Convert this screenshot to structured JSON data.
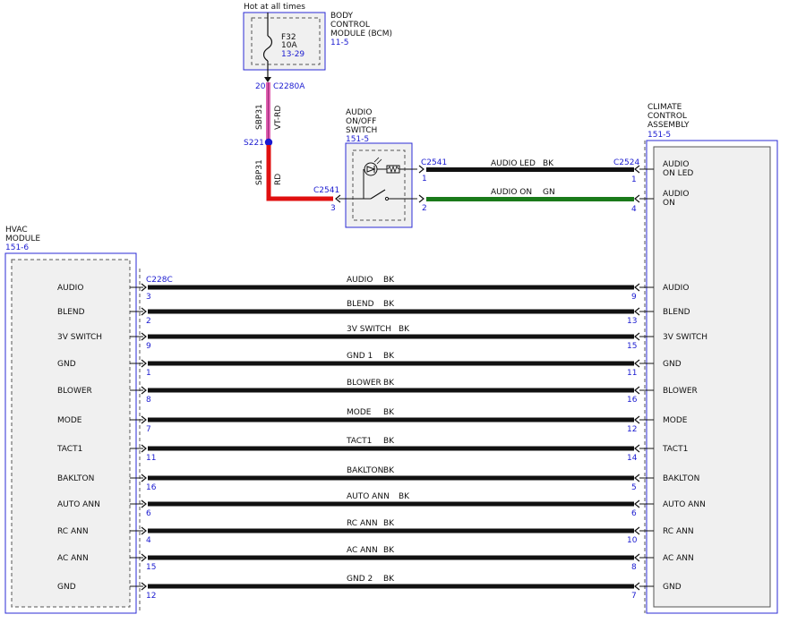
{
  "colors": {
    "module_border": "#2b2bd6",
    "module_fill": "#f0f0f0",
    "blue_text": "#1a1ad0",
    "wire_black": "#111111",
    "wire_red": "#e01010",
    "wire_green": "#1a7a1a",
    "wire_pink": "#e060b0",
    "splice_dot": "#1a1ad0"
  },
  "bcm": {
    "hot_label": "Hot at all times",
    "title_lines": [
      "BODY",
      "CONTROL",
      "MODULE (BCM)"
    ],
    "ref": "11-5",
    "fuse_name": "F32",
    "fuse_rating": "10A",
    "fuse_ref": "13-29",
    "pin": "20",
    "connector": "C2280A"
  },
  "bcm_wire": {
    "circuit": "SBP31",
    "color": "VT-RD"
  },
  "splice": {
    "name": "S221"
  },
  "red_wire": {
    "circuit": "SBP31",
    "color": "RD"
  },
  "audio_switch": {
    "title_lines": [
      "AUDIO",
      "ON/OFF",
      "SWITCH"
    ],
    "ref": "151-5",
    "connector_left": "C2541",
    "left_pin": "3",
    "connector_right": "C2541",
    "right_pins": [
      "1",
      "2"
    ]
  },
  "climate": {
    "title_lines": [
      "CLIMATE",
      "CONTROL",
      "ASSEMBLY"
    ],
    "ref": "151-5",
    "top_connector": "C2524",
    "top_pins": [
      {
        "pin": "1",
        "label_lines": [
          "AUDIO",
          "ON LED"
        ]
      },
      {
        "pin": "4",
        "label_lines": [
          "AUDIO",
          "ON"
        ]
      }
    ]
  },
  "top_wires": [
    {
      "name": "AUDIO LED",
      "color": "BK"
    },
    {
      "name": "AUDIO ON",
      "color": "GN"
    }
  ],
  "hvac": {
    "title_lines": [
      "HVAC",
      "MODULE"
    ],
    "ref": "151-6",
    "connector": "C228C"
  },
  "bus_wires": [
    {
      "hvac_label": "AUDIO",
      "hvac_pin": "3",
      "wire": "AUDIO",
      "color": "BK",
      "cca_pin": "9",
      "cca_label": "AUDIO"
    },
    {
      "hvac_label": "BLEND",
      "hvac_pin": "2",
      "wire": "BLEND",
      "color": "BK",
      "cca_pin": "13",
      "cca_label": "BLEND"
    },
    {
      "hvac_label": "3V SWITCH",
      "hvac_pin": "9",
      "wire": "3V SWITCH",
      "color": "BK",
      "cca_pin": "15",
      "cca_label": "3V SWITCH"
    },
    {
      "hvac_label": "GND",
      "hvac_pin": "1",
      "wire": "GND 1",
      "color": "BK",
      "cca_pin": "11",
      "cca_label": "GND"
    },
    {
      "hvac_label": "BLOWER",
      "hvac_pin": "8",
      "wire": "BLOWER",
      "color": "BK",
      "cca_pin": "16",
      "cca_label": "BLOWER"
    },
    {
      "hvac_label": "MODE",
      "hvac_pin": "7",
      "wire": "MODE",
      "color": "BK",
      "cca_pin": "12",
      "cca_label": "MODE"
    },
    {
      "hvac_label": "TACT1",
      "hvac_pin": "11",
      "wire": "TACT1",
      "color": "BK",
      "cca_pin": "14",
      "cca_label": "TACT1"
    },
    {
      "hvac_label": "BAKLTON",
      "hvac_pin": "16",
      "wire": "BAKLTON",
      "color": "BK",
      "cca_pin": "5",
      "cca_label": "BAKLTON"
    },
    {
      "hvac_label": "AUTO ANN",
      "hvac_pin": "6",
      "wire": "AUTO ANN",
      "color": "BK",
      "cca_pin": "6",
      "cca_label": "AUTO ANN"
    },
    {
      "hvac_label": "RC ANN",
      "hvac_pin": "4",
      "wire": "RC ANN",
      "color": "BK",
      "cca_pin": "10",
      "cca_label": "RC ANN"
    },
    {
      "hvac_label": "AC ANN",
      "hvac_pin": "15",
      "wire": "AC ANN",
      "color": "BK",
      "cca_pin": "8",
      "cca_label": "AC ANN"
    },
    {
      "hvac_label": "GND",
      "hvac_pin": "12",
      "wire": "GND 2",
      "color": "BK",
      "cca_pin": "7",
      "cca_label": "GND"
    }
  ]
}
